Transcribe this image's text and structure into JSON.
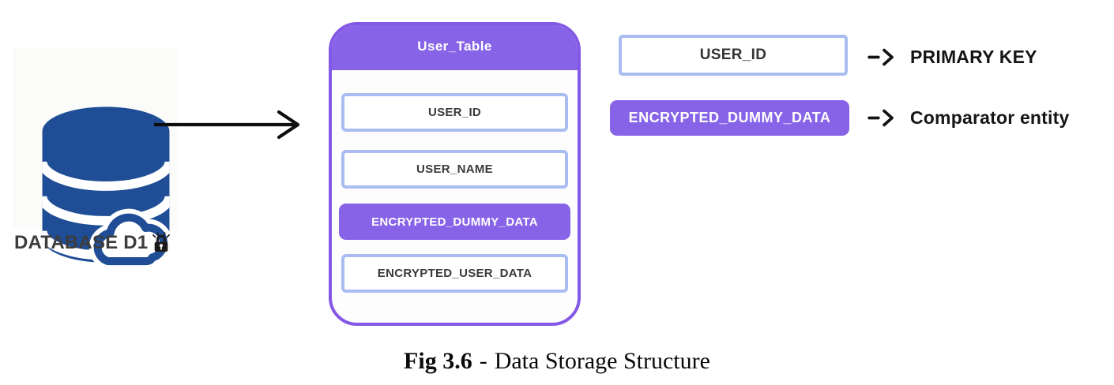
{
  "colors": {
    "accent_purple": "#8763E8",
    "card_border_purple": "#8458E6",
    "row_border_periwinkle": "#A9BDF2",
    "database_blue": "#1F4E96",
    "arrow_black": "#0f0f0f",
    "text_dark": "#3a3a3a"
  },
  "database": {
    "label": "DATABASE D1",
    "icon": "database-cloud-icon",
    "lock_icon": "lock-shine-icon"
  },
  "flow": {
    "arrow_icon": "right-arrow-icon"
  },
  "user_table": {
    "title": "User_Table",
    "rows": [
      {
        "label": "USER_ID",
        "highlight": false
      },
      {
        "label": "USER_NAME",
        "highlight": false
      },
      {
        "label": "ENCRYPTED_DUMMY_DATA",
        "highlight": true
      },
      {
        "label": "ENCRYPTED_USER_DATA",
        "highlight": false
      }
    ]
  },
  "legend": {
    "items": [
      {
        "box_label": "USER_ID",
        "highlight": false,
        "arrow": "->",
        "meaning": "PRIMARY KEY"
      },
      {
        "box_label": "ENCRYPTED_DUMMY_DATA",
        "highlight": true,
        "arrow": "->",
        "meaning": "Comparator entity"
      }
    ]
  },
  "caption": {
    "figure_label": "Fig 3.6",
    "separator": "-",
    "title": "Data Storage Structure"
  }
}
